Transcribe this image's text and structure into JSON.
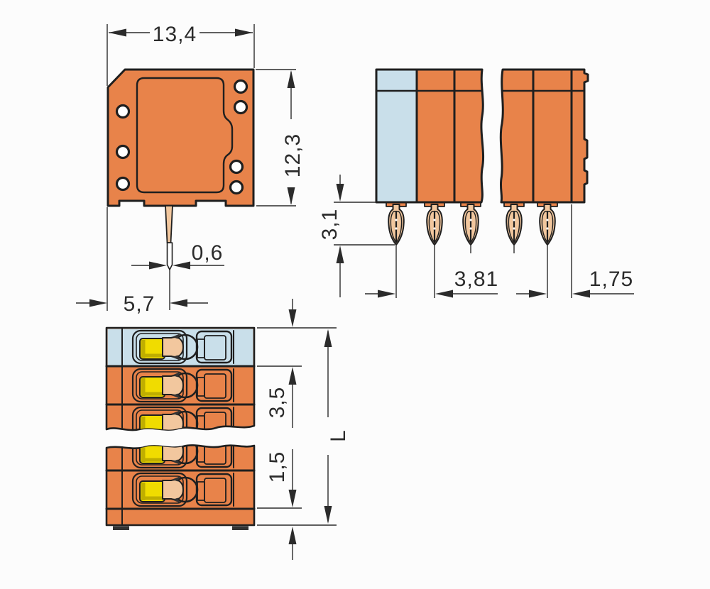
{
  "drawing": {
    "dims": {
      "body_width": "13,4",
      "body_height": "12,3",
      "pin_tip_width": "0,6",
      "pin_center_offset": "5,7",
      "pin_length": "3,1",
      "pin_pitch": "3,81",
      "end_offset": "1,75",
      "pole_width": "3,5",
      "edge_margin": "1,5",
      "total_length": "L"
    },
    "colors": {
      "housing_orange": "#E8834A",
      "marker_blue": "#C9DFEA",
      "button_yellow": "#F0DC00",
      "button_yellow_shade": "#BFAE00",
      "contact_tan": "#F2C79E",
      "outline": "#1f1f1f",
      "dimension": "#2b2b2b"
    }
  }
}
